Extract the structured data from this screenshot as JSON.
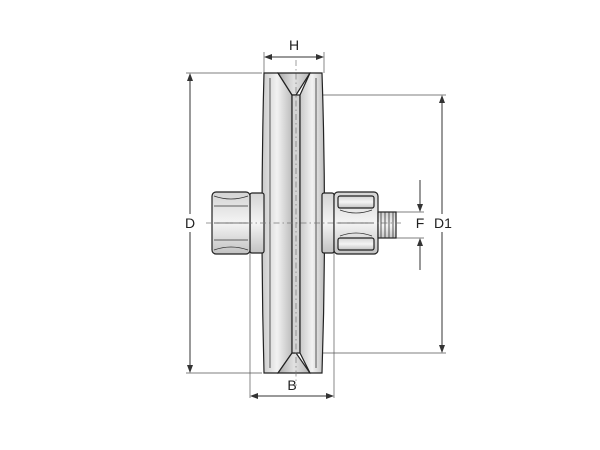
{
  "labels": {
    "H": "H",
    "B": "B",
    "D": "D",
    "D1": "D1",
    "F": "F"
  },
  "colors": {
    "line": "#222222",
    "shade_dark": "#b8b8b8",
    "shade_mid": "#d8d8d8",
    "shade_light": "#efefef"
  }
}
